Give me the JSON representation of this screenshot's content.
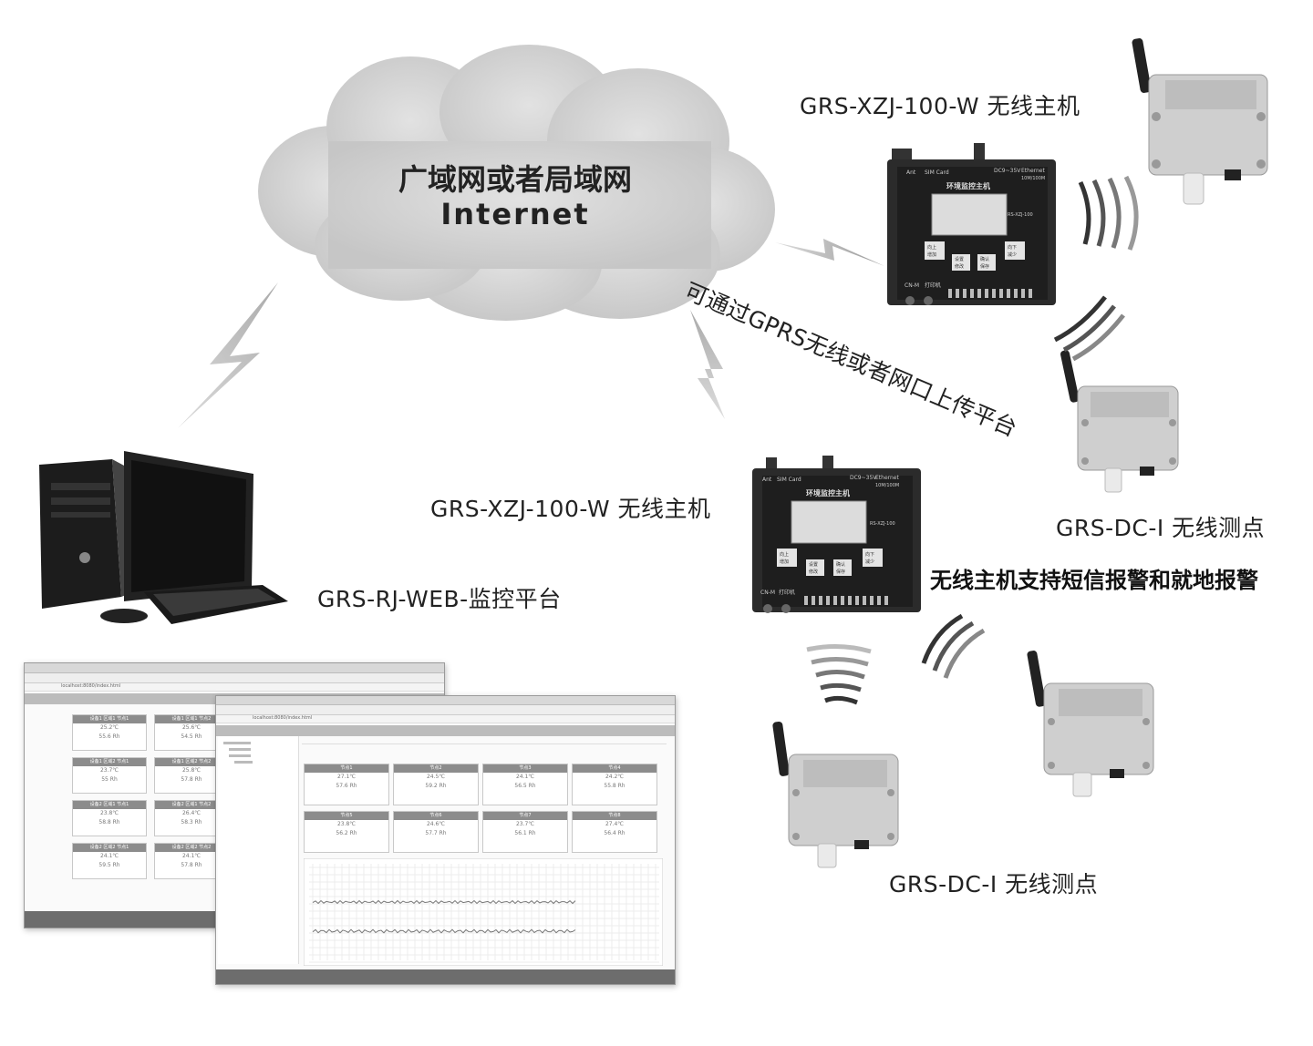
{
  "cloud": {
    "title": "广域网或者局域网",
    "subtitle": "Internet"
  },
  "labels": {
    "host_top": "GRS-XZJ-100-W 无线主机",
    "host_mid": "GRS-XZJ-100-W 无线主机",
    "platform": "GRS-RJ-WEB-监控平台",
    "sensor_right": "GRS-DC-I 无线测点",
    "sensor_bottom": "GRS-DC-I 无线测点",
    "alarm_note": "无线主机支持短信报警和就地报警",
    "upload_note": "可通过GPRS无线或者网口上传平台"
  },
  "device_panel": {
    "ant": "Ant",
    "sim": "SIM Card",
    "power": "DC9~35V",
    "ethernet": "Ethernet",
    "speed": "10M/100M",
    "title": "环境监控主机",
    "model": "RS-XZJ-100",
    "cnm": "CN-M",
    "printer": "打印机",
    "btn_up": "向上",
    "btn_add": "增加",
    "btn_set": "设置",
    "btn_mod": "修改",
    "btn_ok": "确认",
    "btn_save": "保存",
    "btn_down": "向下",
    "btn_dec": "减少"
  },
  "screens": {
    "back": {
      "url": "localhost:8080/index.html",
      "cards": [
        {
          "name": "设备1 区域1 节点1",
          "temp": "25.2℃",
          "rh": "55.6 Rh"
        },
        {
          "name": "设备1 区域1 节点2",
          "temp": "25.6℃",
          "rh": "54.5 Rh"
        },
        {
          "name": "设备1 区域2 节点1",
          "temp": "23.7℃",
          "rh": "55 Rh"
        },
        {
          "name": "设备1 区域2 节点2",
          "temp": "25.8℃",
          "rh": "57.8 Rh"
        },
        {
          "name": "设备2 区域1 节点1",
          "temp": "23.8℃",
          "rh": "58.8 Rh"
        },
        {
          "name": "设备2 区域1 节点2",
          "temp": "26.4℃",
          "rh": "58.3 Rh"
        },
        {
          "name": "设备2 区域2 节点1",
          "temp": "24.1℃",
          "rh": "59.5 Rh"
        },
        {
          "name": "设备2 区域2 节点2",
          "temp": "24.1℃",
          "rh": "57.8 Rh"
        }
      ]
    },
    "front": {
      "url": "localhost:8080/index.html",
      "cards": [
        {
          "name": "节点1",
          "temp": "27.1℃",
          "rh": "57.6 Rh"
        },
        {
          "name": "节点2",
          "temp": "24.5℃",
          "rh": "59.2 Rh"
        },
        {
          "name": "节点3",
          "temp": "24.1℃",
          "rh": "56.5 Rh"
        },
        {
          "name": "节点4",
          "temp": "24.2℃",
          "rh": "55.8 Rh"
        },
        {
          "name": "节点5",
          "temp": "23.8℃",
          "rh": "56.2 Rh"
        },
        {
          "name": "节点6",
          "temp": "24.6℃",
          "rh": "57.7 Rh"
        },
        {
          "name": "节点7",
          "temp": "23.7℃",
          "rh": "56.1 Rh"
        },
        {
          "name": "节点8",
          "temp": "27.4℃",
          "rh": "56.4 Rh"
        }
      ]
    }
  }
}
